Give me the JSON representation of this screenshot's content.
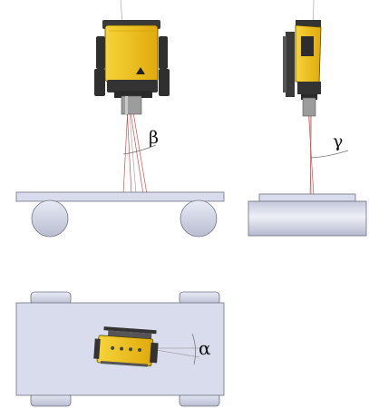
{
  "labels": {
    "beta": "β",
    "gamma": "γ",
    "alpha": "α"
  },
  "colors": {
    "sensor_yellow": "#f2c416",
    "sensor_dark": "#3a3a3a",
    "lens_gray": "#9a9a9a",
    "surface_fill": "#d8dcec",
    "surface_stroke": "#6e7280",
    "laser": "#d84a4a",
    "guide_line": "#8a8a8a",
    "background": "#ffffff"
  }
}
